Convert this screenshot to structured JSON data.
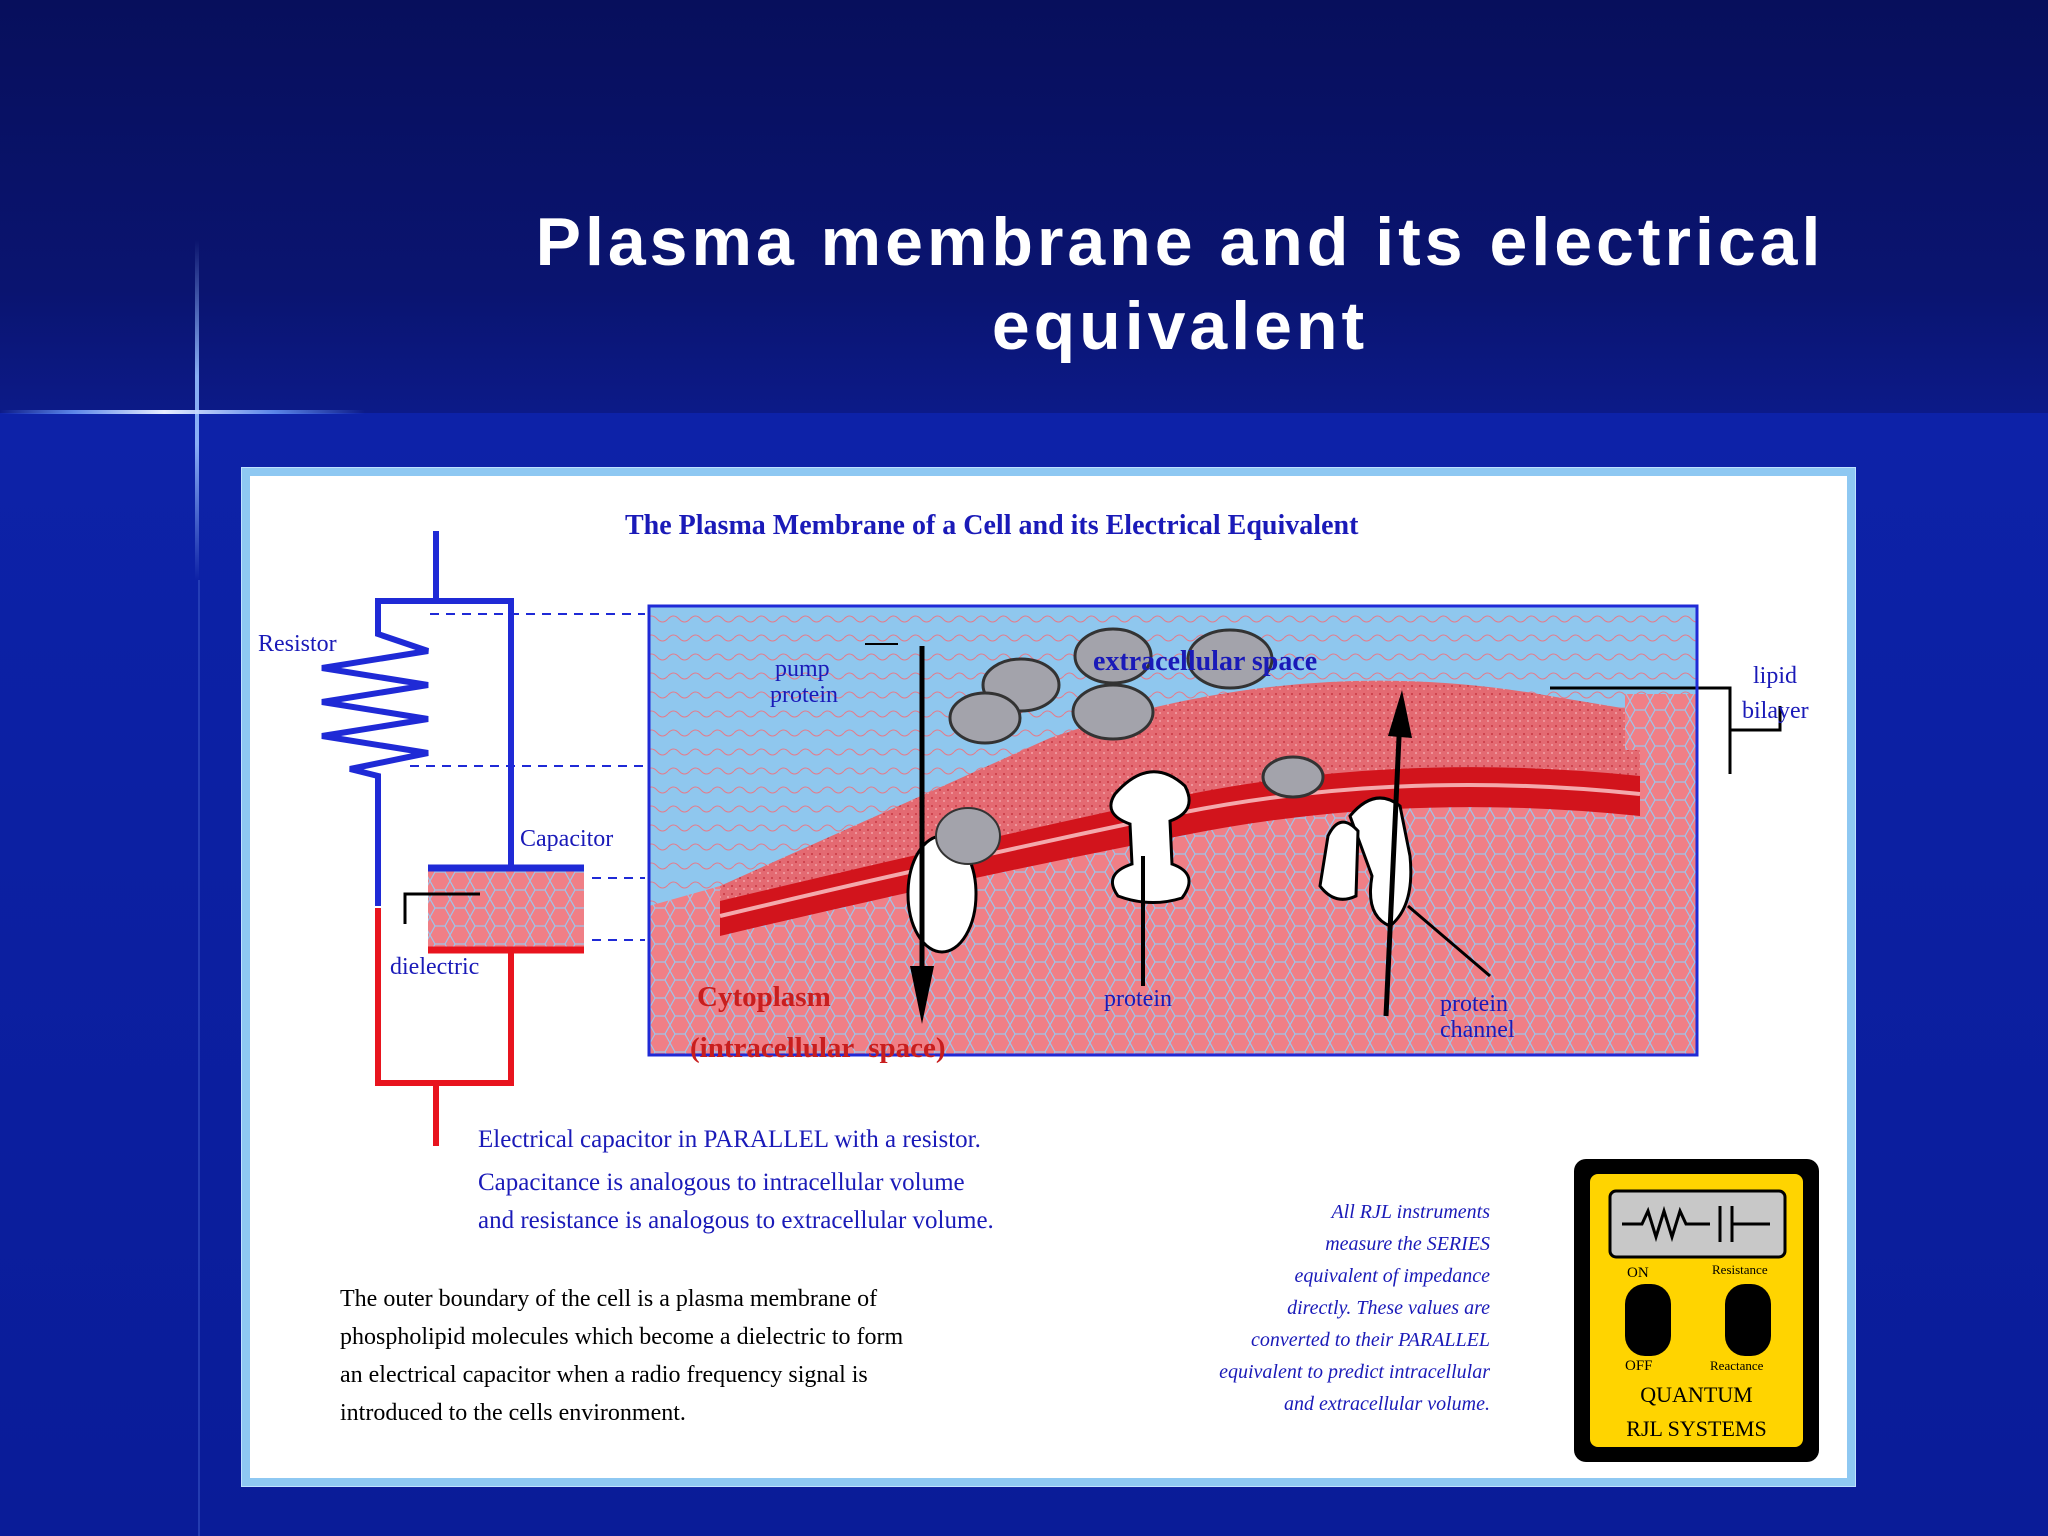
{
  "slide": {
    "title_line1": "Plasma membrane and its electrical",
    "title_line2": "equivalent"
  },
  "figure": {
    "title": "The Plasma Membrane of a Cell and its Electrical Equivalent",
    "labels": {
      "resistor": "Resistor",
      "capacitor": "Capacitor",
      "dielectric": "dielectric",
      "pump_protein_1": "pump",
      "pump_protein_2": "protein",
      "extracellular": "extracellular space",
      "lipid_1": "lipid",
      "lipid_2": "bilayer",
      "cytoplasm": "Cytoplasm",
      "intracellular": "(intracellular  space)",
      "protein": "protein",
      "channel_1": "protein",
      "channel_2": "channel"
    },
    "caption": {
      "line1": "Electrical capacitor in PARALLEL with a resistor.",
      "line2": "Capacitance is analogous to intracellular volume",
      "line3": "and resistance is analogous to extracellular volume."
    },
    "description": {
      "line1": "The outer boundary of the cell is a plasma membrane of",
      "line2": "phospholipid molecules which become a dielectric to form",
      "line3": "an electrical capacitor when a radio frequency signal is",
      "line4": "introduced to the cells environment."
    },
    "instrument_note": {
      "line1": "All RJL instruments",
      "line2": "measure the SERIES",
      "line3": "equivalent of impedance",
      "line4": "directly. These values are",
      "line5": "converted to their PARALLEL",
      "line6": "equivalent to predict intracellular",
      "line7": "and extracellular volume."
    },
    "device": {
      "on": "ON",
      "off": "OFF",
      "resistance": "Resistance",
      "reactance": "Reactance",
      "brand_1": "QUANTUM",
      "brand_2": "RJL SYSTEMS"
    }
  },
  "colors": {
    "slide_bg": "#0b1a96",
    "figure_text_blue": "#1a1ab8",
    "cytoplasm_red": "#c81e1e",
    "device_yellow": "#ffd400"
  }
}
